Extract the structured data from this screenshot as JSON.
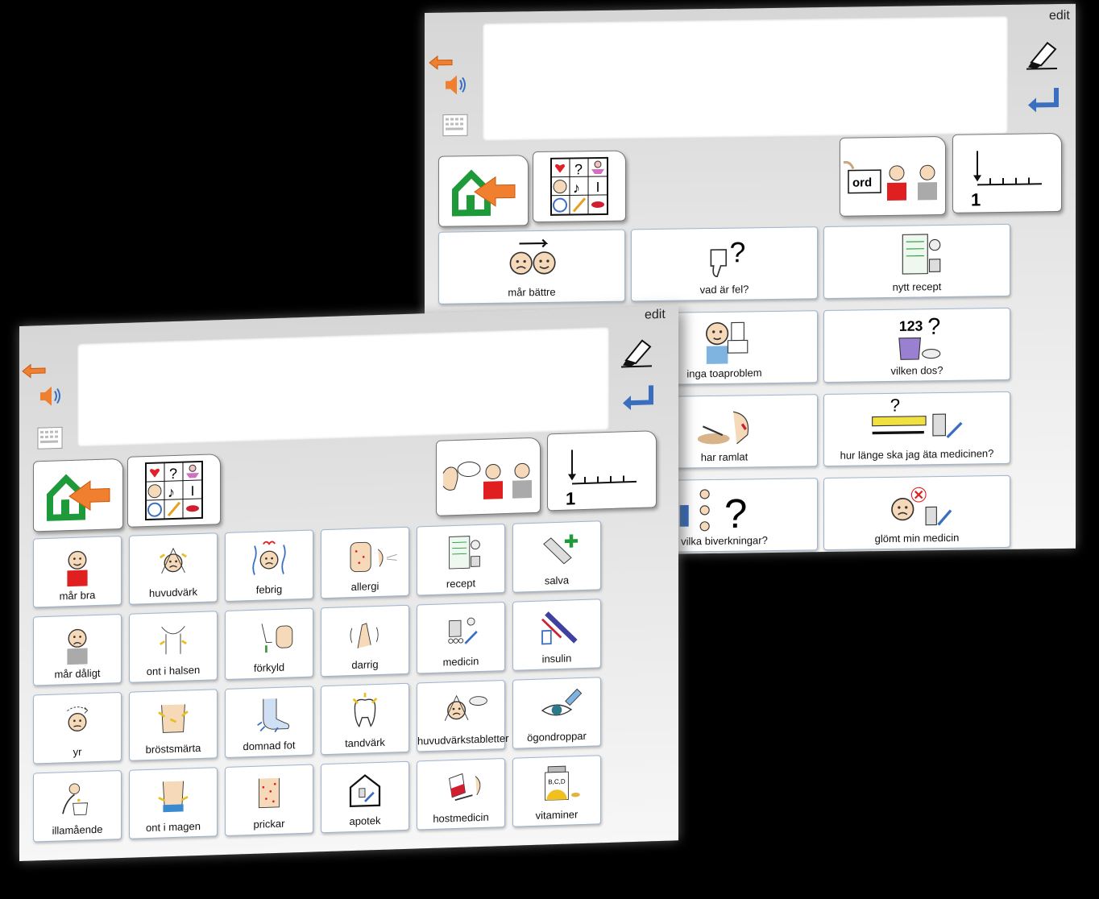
{
  "back_board": {
    "edit_label": "edit",
    "cells": [
      {
        "label": "mår bättre",
        "icon": "better-faces-icon"
      },
      {
        "label": "vad är fel?",
        "icon": "thumb-down-question-icon"
      },
      {
        "label": "nytt recept",
        "icon": "new-prescription-icon"
      },
      {
        "label": "",
        "icon": "arrow-icon"
      },
      {
        "label": "inga toaproblem",
        "icon": "toilet-thumb-up-icon"
      },
      {
        "label": "vilken dos?",
        "icon": "dose-measure-icon"
      },
      {
        "label": "",
        "icon": "blank-icon"
      },
      {
        "label": "har ramlat",
        "icon": "fallen-knee-icon"
      },
      {
        "label": "hur länge ska jag äta medicinen?",
        "icon": "medicine-duration-icon"
      },
      {
        "label": "",
        "icon": "blank-icon"
      },
      {
        "label": "vilka biverkningar?",
        "icon": "side-effects-icon"
      },
      {
        "label": "glömt min medicin",
        "icon": "forgot-medicine-icon"
      }
    ],
    "ord_label": "ord"
  },
  "front_board": {
    "edit_label": "edit",
    "cells": [
      {
        "label": "mår bra",
        "icon": "feel-good-icon"
      },
      {
        "label": "huvudvärk",
        "icon": "headache-icon"
      },
      {
        "label": "febrig",
        "icon": "fever-icon"
      },
      {
        "label": "allergi",
        "icon": "allergy-icon"
      },
      {
        "label": "recept",
        "icon": "prescription-icon"
      },
      {
        "label": "salva",
        "icon": "ointment-icon"
      },
      {
        "label": "mår dåligt",
        "icon": "feel-bad-icon"
      },
      {
        "label": "ont i halsen",
        "icon": "sore-throat-icon"
      },
      {
        "label": "förkyld",
        "icon": "cold-icon"
      },
      {
        "label": "darrig",
        "icon": "shaky-hand-icon"
      },
      {
        "label": "medicin",
        "icon": "medicine-icon"
      },
      {
        "label": "insulin",
        "icon": "insulin-icon"
      },
      {
        "label": "yr",
        "icon": "dizzy-icon"
      },
      {
        "label": "bröstsmärta",
        "icon": "chest-pain-icon"
      },
      {
        "label": "domnad fot",
        "icon": "numb-foot-icon"
      },
      {
        "label": "tandvärk",
        "icon": "toothache-icon"
      },
      {
        "label": "huvudvärkstabletter",
        "icon": "headache-pills-icon"
      },
      {
        "label": "ögondroppar",
        "icon": "eye-drops-icon"
      },
      {
        "label": "illamående",
        "icon": "nausea-icon"
      },
      {
        "label": "ont i magen",
        "icon": "stomach-ache-icon"
      },
      {
        "label": "prickar",
        "icon": "spots-icon"
      },
      {
        "label": "apotek",
        "icon": "pharmacy-icon"
      },
      {
        "label": "hostmedicin",
        "icon": "cough-medicine-icon"
      },
      {
        "label": "vitaminer",
        "icon": "vitamins-icon"
      }
    ],
    "vitamin_letters": "B,C,D"
  },
  "nav": {
    "number_card_digit": "1",
    "dose_numbers": "123"
  },
  "colors": {
    "home_green": "#1f9a3a",
    "arrow_orange": "#f08030",
    "enter_blue": "#3a6fc0",
    "cell_border": "#9fb5cf"
  }
}
